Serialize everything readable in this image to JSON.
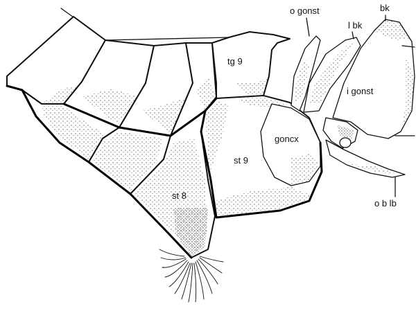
{
  "labels": {
    "tg9": "tg 9",
    "st9": "st 9",
    "st8": "st 8",
    "goncx": "goncx",
    "o_gonst": "o  gonst",
    "l_bk": "l  bk",
    "bk": "bk",
    "i_gonst": "i  gonst",
    "o_b_lb": "o  b  lb"
  }
}
